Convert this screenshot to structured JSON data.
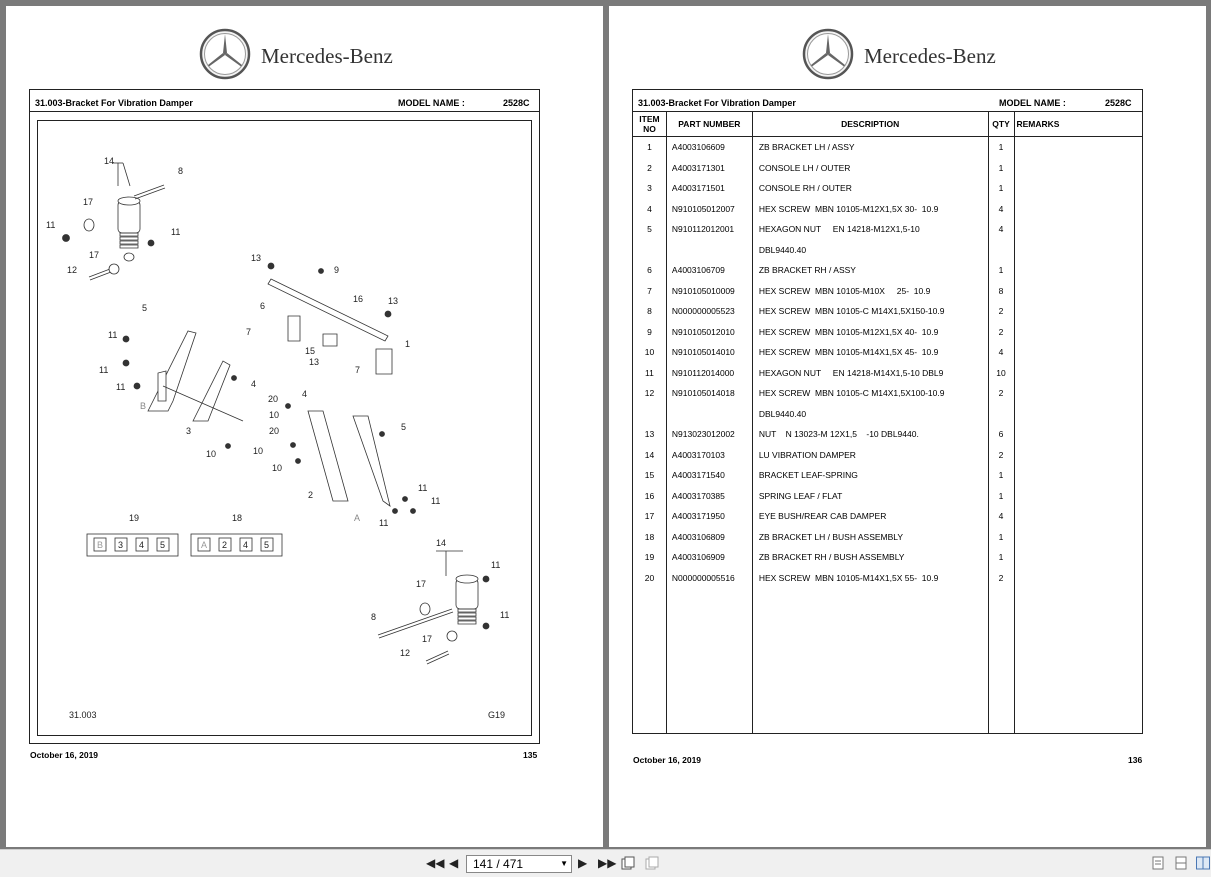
{
  "brand": "Mercedes-Benz",
  "left": {
    "title": "31.003-Bracket For Vibration Damper",
    "model_label": "MODEL NAME :",
    "model_value": "2528C",
    "diagram_code": "31.003",
    "diagram_ref": "G19",
    "date": "October 16, 2019",
    "page_num": "135",
    "callouts": [
      "1",
      "2",
      "3",
      "4",
      "5",
      "6",
      "7",
      "8",
      "9",
      "10",
      "11",
      "12",
      "13",
      "14",
      "15",
      "16",
      "17",
      "18",
      "19",
      "20",
      "A",
      "B"
    ],
    "kit19_label": "19",
    "kit19_items": [
      "B",
      "3",
      "4",
      "5"
    ],
    "kit18_label": "18",
    "kit18_items": [
      "A",
      "2",
      "4",
      "5"
    ]
  },
  "right": {
    "title": "31.003-Bracket For Vibration Damper",
    "model_label": "MODEL NAME :",
    "model_value": "2528C",
    "columns": {
      "item": "ITEM NO",
      "part": "PART NUMBER",
      "desc": "DESCRIPTION",
      "qty": "QTY",
      "remarks": "REMARKS"
    },
    "rows": [
      {
        "item": "1",
        "part": "A4003106609",
        "desc": "ZB BRACKET LH / ASSY",
        "qty": "1"
      },
      {
        "item": "2",
        "part": "A4003171301",
        "desc": "CONSOLE LH / OUTER",
        "qty": "1"
      },
      {
        "item": "3",
        "part": "A4003171501",
        "desc": "CONSOLE RH / OUTER",
        "qty": "1"
      },
      {
        "item": "4",
        "part": "N910105012007",
        "desc": "HEX SCREW  MBN 10105-M12X1,5X 30-  10.9",
        "qty": "4"
      },
      {
        "item": "5",
        "part": "N910112012001",
        "desc": "HEXAGON NUT     EN 14218-M12X1,5-10",
        "qty": "4"
      },
      {
        "item": "",
        "part": "",
        "desc": "DBL9440.40",
        "qty": ""
      },
      {
        "item": "6",
        "part": "A4003106709",
        "desc": "ZB BRACKET RH / ASSY",
        "qty": "1"
      },
      {
        "item": "7",
        "part": "N910105010009",
        "desc": "HEX SCREW  MBN 10105-M10X     25-  10.9",
        "qty": "8"
      },
      {
        "item": "8",
        "part": "N000000005523",
        "desc": "HEX SCREW  MBN 10105-C M14X1,5X150-10.9",
        "qty": "2"
      },
      {
        "item": "9",
        "part": "N910105012010",
        "desc": "HEX SCREW  MBN 10105-M12X1,5X 40-  10.9",
        "qty": "2"
      },
      {
        "item": "10",
        "part": "N910105014010",
        "desc": "HEX SCREW  MBN 10105-M14X1,5X 45-  10.9",
        "qty": "4"
      },
      {
        "item": "11",
        "part": "N910112014000",
        "desc": "HEXAGON NUT     EN 14218-M14X1,5-10 DBL9",
        "qty": "10"
      },
      {
        "item": "12",
        "part": "N910105014018",
        "desc": "HEX SCREW  MBN 10105-C M14X1,5X100-10.9",
        "qty": "2"
      },
      {
        "item": "",
        "part": "",
        "desc": "DBL9440.40",
        "qty": ""
      },
      {
        "item": "13",
        "part": "N913023012002",
        "desc": "NUT    N 13023-M 12X1,5    -10 DBL9440.",
        "qty": "6"
      },
      {
        "item": "14",
        "part": "A4003170103",
        "desc": "LU VIBRATION DAMPER",
        "qty": "2"
      },
      {
        "item": "15",
        "part": "A4003171540",
        "desc": "BRACKET LEAF-SPRING",
        "qty": "1"
      },
      {
        "item": "16",
        "part": "A4003170385",
        "desc": "SPRING LEAF / FLAT",
        "qty": "1"
      },
      {
        "item": "17",
        "part": "A4003171950",
        "desc": "EYE BUSH/REAR CAB DAMPER",
        "qty": "4"
      },
      {
        "item": "18",
        "part": "A4003106809",
        "desc": "ZB BRACKET LH / BUSH ASSEMBLY",
        "qty": "1"
      },
      {
        "item": "19",
        "part": "A4003106909",
        "desc": "ZB BRACKET RH / BUSH ASSEMBLY",
        "qty": "1"
      },
      {
        "item": "20",
        "part": "N000000005516",
        "desc": "HEX SCREW  MBN 10105-M14X1,5X 55-  10.9",
        "qty": "2"
      }
    ],
    "date": "October 16, 2019",
    "page_num": "136"
  },
  "toolbar": {
    "page_indicator": "141 / 471",
    "icons": [
      "first-page-icon",
      "prev-page-icon",
      "next-page-icon",
      "last-page-icon",
      "fit-page-icon",
      "fit-width-icon",
      "single-page-view-icon",
      "continuous-view-icon",
      "two-page-view-icon"
    ]
  },
  "colors": {
    "background": "#7a7a7a",
    "page": "#ffffff",
    "ink": "#222222",
    "toolbar": "#f0f0f0"
  }
}
